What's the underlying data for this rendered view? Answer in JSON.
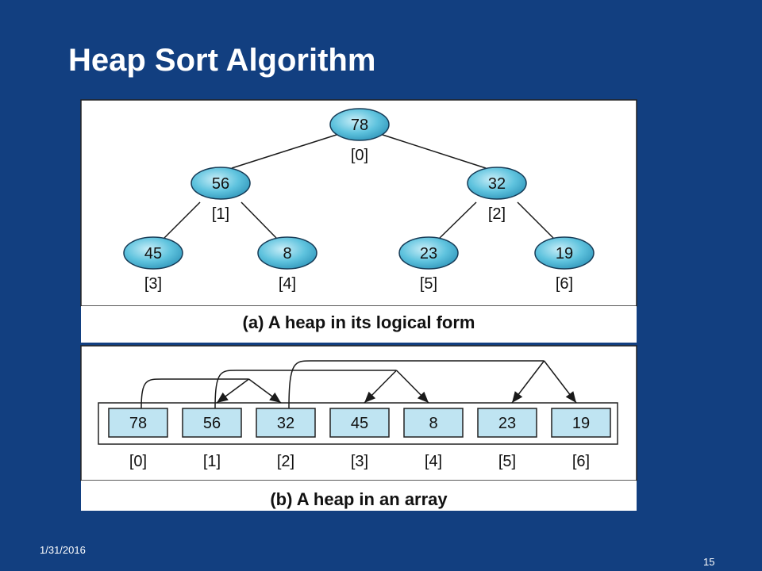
{
  "slide": {
    "title": "Heap Sort Algorithm",
    "date": "1/31/2016",
    "page_number": "15"
  },
  "heap": {
    "values": [
      "78",
      "56",
      "32",
      "45",
      "8",
      "23",
      "19"
    ],
    "indices": [
      "[0]",
      "[1]",
      "[2]",
      "[3]",
      "[4]",
      "[5]",
      "[6]"
    ]
  },
  "captions": {
    "logical": "(a) A heap in its logical form",
    "array": "(b) A heap in an array"
  },
  "colors": {
    "slide_background": "#123f80",
    "node_fill": "#5fc3de",
    "cell_fill": "#bfe4f2",
    "panel_background": "#ffffff",
    "line_color": "#1a1a1a"
  }
}
